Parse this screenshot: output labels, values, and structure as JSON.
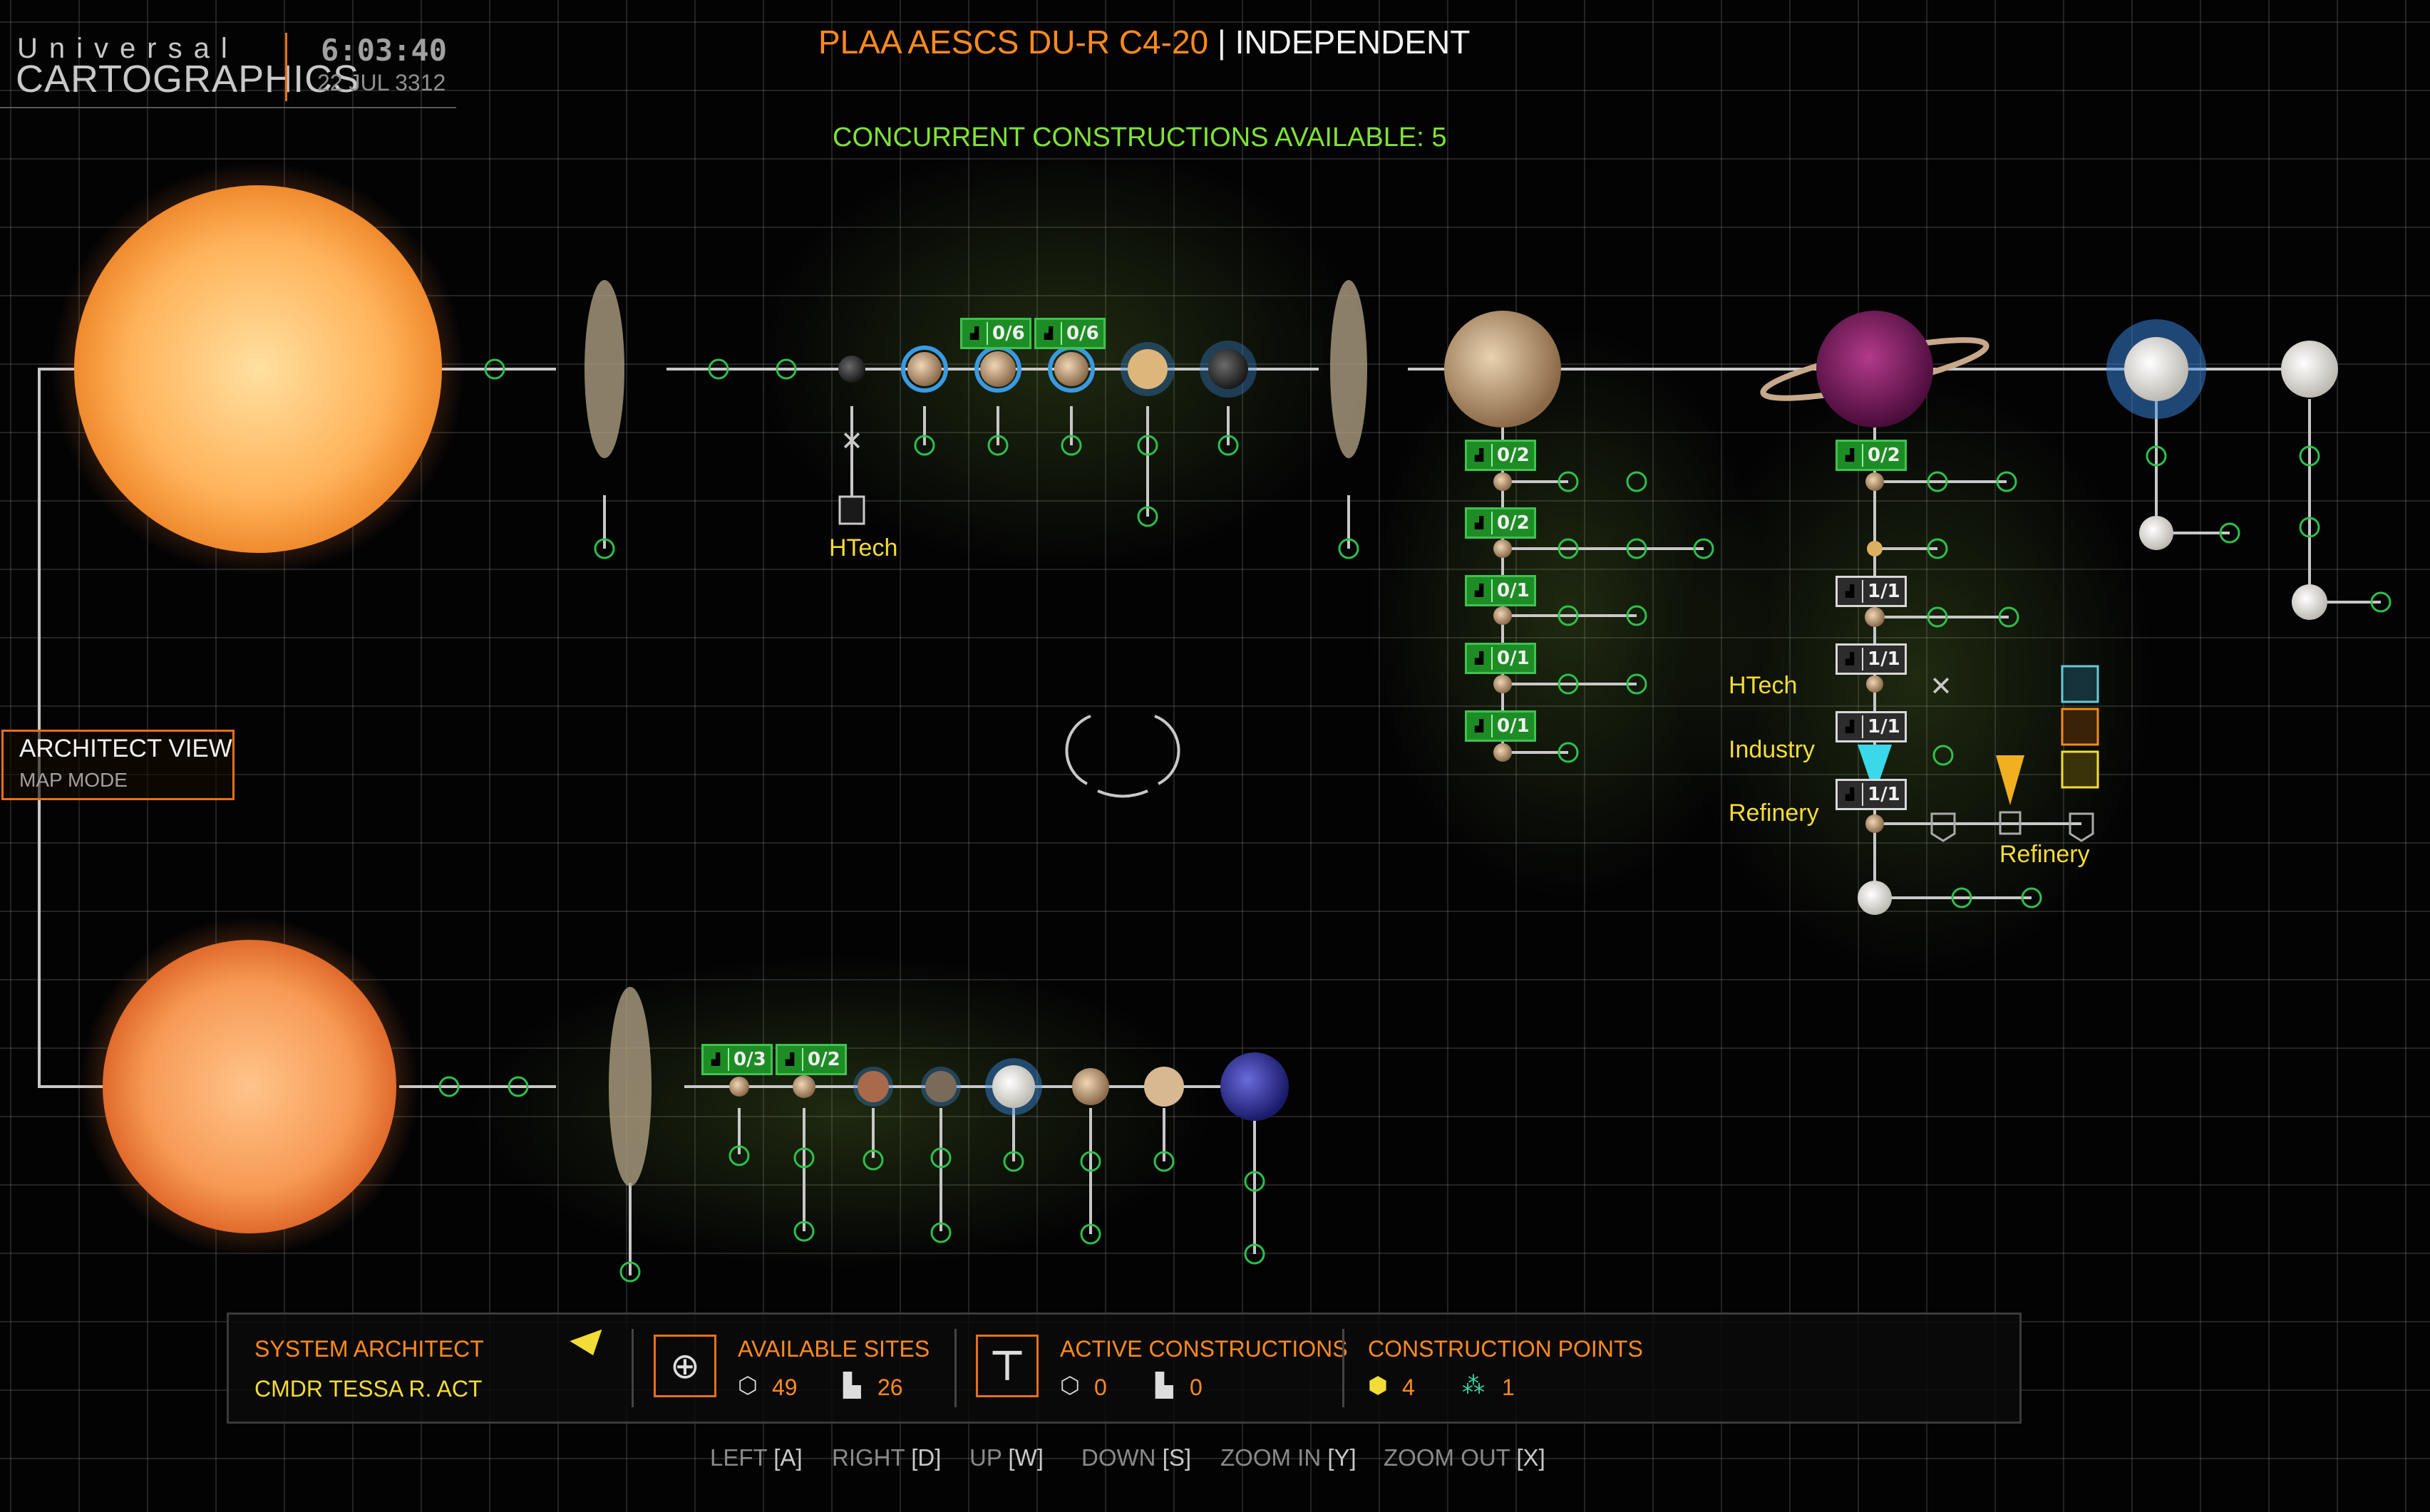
{
  "header": {
    "logo_top": "Universal",
    "logo_bottom": "CARTOGRAPHICS",
    "time": "6:03:40",
    "date": "22 JUL 3312",
    "system_name": "PLAA AESCS DU-R C4-20",
    "separator": "|",
    "allegiance": "INDEPENDENT",
    "concurrent": "CONCURRENT CONSTRUCTIONS AVAILABLE: 5"
  },
  "view_mode": {
    "title": "ARCHITECT VIEW",
    "subtitle": "MAP MODE"
  },
  "map_labels": {
    "htech_1": "HTech",
    "htech_2": "HTech",
    "industry": "Industry",
    "refinery_1": "Refinery",
    "refinery_2": "Refinery"
  },
  "badges": {
    "b1": "0/6",
    "b2": "0/6",
    "b3": "0/2",
    "b4": "0/2",
    "b5": "0/1",
    "b6": "0/1",
    "b7": "0/1",
    "b8": "0/2",
    "b9": "1/1",
    "b10": "1/1",
    "b11": "1/1",
    "b12": "1/1",
    "b13": "0/3",
    "b14": "0/2"
  },
  "bottom_panel": {
    "architect_label": "SYSTEM ARCHITECT",
    "architect_name": "CMDR TESSA R. ACT",
    "sites_label": "AVAILABLE SITES",
    "sites_orbital": "49",
    "sites_surface": "26",
    "active_label": "ACTIVE CONSTRUCTIONS",
    "active_orbital": "0",
    "active_surface": "0",
    "points_label": "CONSTRUCTION POINTS",
    "points_tier2": "4",
    "points_tier3": "1"
  },
  "controls": [
    {
      "label": "LEFT",
      "key": "[A]"
    },
    {
      "label": "RIGHT",
      "key": "[D]"
    },
    {
      "label": "UP",
      "key": "[W]"
    },
    {
      "label": "DOWN",
      "key": "[S]"
    },
    {
      "label": "ZOOM IN",
      "key": "[Y]"
    },
    {
      "label": "ZOOM OUT",
      "key": "[X]"
    }
  ],
  "colors": {
    "accent_orange": "#ff8a1e",
    "highlight_green": "#7fe337",
    "label_yellow": "#f3dc36",
    "badge_green": "#1e8c25"
  }
}
